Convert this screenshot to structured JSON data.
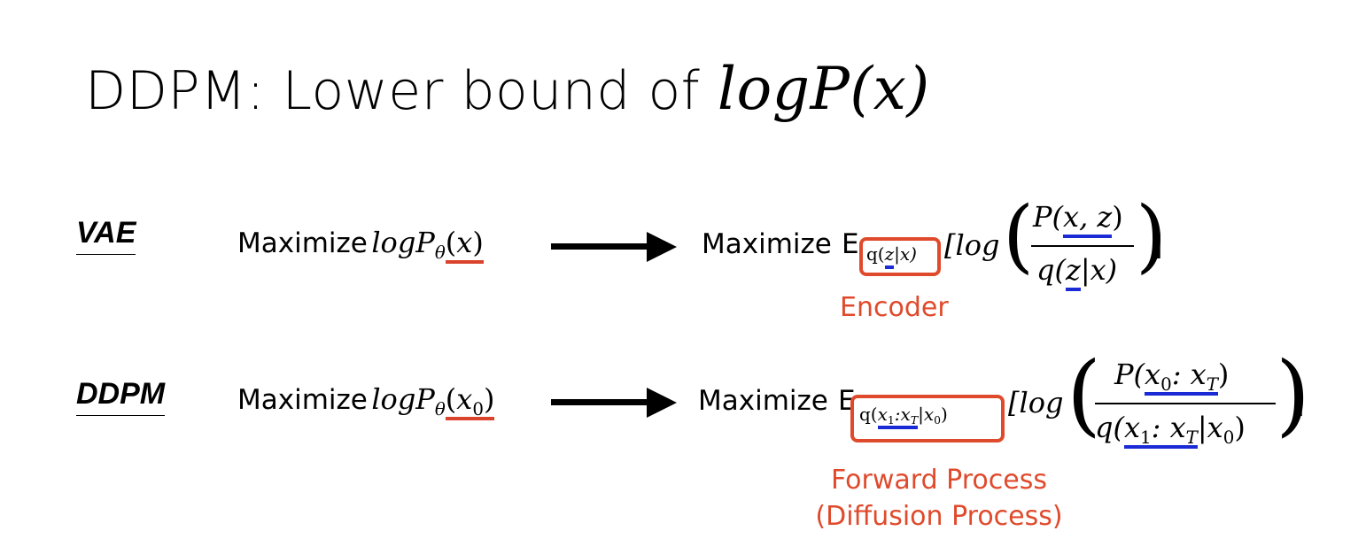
{
  "title": {
    "prefix": "DDPM: Lower bound of ",
    "math": "logP(x)"
  },
  "vae": {
    "label": "VAE",
    "maximize_left": "Maximize",
    "log_p": "logP",
    "theta": "θ",
    "arg_open": "(",
    "arg": "x",
    "arg_close": ")",
    "maximize_right": "Maximize",
    "expect": "E",
    "sub_q": "q(",
    "sub_z": "z",
    "sub_rest": "|x)",
    "bracket_log": "[log",
    "num_p": "P(",
    "num_args": "x, z",
    "num_close": ")",
    "den_q": "q(",
    "den_z": "z",
    "den_rest": "|x)",
    "close": "]",
    "annotation": "Encoder"
  },
  "ddpm": {
    "label": "DDPM",
    "maximize_left": "Maximize",
    "log_p": "logP",
    "theta": "θ",
    "arg_open": "(",
    "arg_x": "x",
    "arg_sub": "0",
    "arg_close": ")",
    "maximize_right": "Maximize",
    "expect": "E",
    "sub_q": "q(",
    "sub_x1": "x",
    "sub_1": "1",
    "sub_colon": ":x",
    "sub_T": "T",
    "sub_rest": "|x",
    "sub_0": "0",
    "sub_close": ")",
    "bracket_log": "[log",
    "num_p": "P(",
    "num_x": "x",
    "num_0": "0",
    "num_colon": ": x",
    "num_T": "T",
    "num_close": ")",
    "den_q": "q(",
    "den_x": "x",
    "den_1": "1",
    "den_colon": ": x",
    "den_T": "T",
    "den_rest": "|x",
    "den_0": "0",
    "den_close": ")",
    "close": "]",
    "annotation_line1": "Forward Process",
    "annotation_line2": "(Diffusion Process)"
  },
  "colors": {
    "red": "#e04a2c",
    "blue": "#1a2bd6",
    "black": "#000000"
  }
}
